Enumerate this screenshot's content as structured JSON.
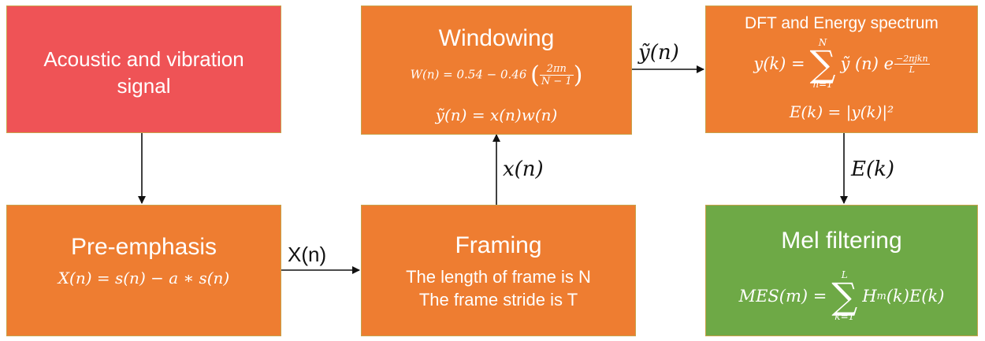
{
  "nodes": {
    "acoustic": {
      "title": "Acoustic and vibration signal",
      "title_line1": "Acoustic and vibration",
      "title_line2": "signal",
      "color": "#ef5356"
    },
    "preemphasis": {
      "title": "Pre-emphasis",
      "formula": "X(n) = s(n) − a ∗ s(n)",
      "color": "#ee7d31"
    },
    "framing": {
      "title": "Framing",
      "line1": "The length of frame is N",
      "line2": "The frame stride is T",
      "color": "#ee7d31"
    },
    "windowing": {
      "title": "Windowing",
      "formula1_lhs": "W(n) = 0.54 − 0.46",
      "formula1_num": "2πn",
      "formula1_den": "N − 1",
      "formula2": "ỹ(n) = x(n)w(n)",
      "color": "#ee7d31"
    },
    "dft": {
      "title": "DFT and Energy spectrum",
      "formula1_lhs": "y(k) =",
      "formula1_sum_top": "N",
      "formula1_sum_bottom": "n=1",
      "formula1_term": "ỹ (n) e",
      "formula1_exp_num": "−2πjkn",
      "formula1_exp_den": "L",
      "formula2": "E(k) = |y(k)|²",
      "color": "#ee7d31"
    },
    "mel": {
      "title": "Mel filtering",
      "formula_lhs": "MES(m) =",
      "sum_top": "L",
      "sum_bottom": "k=1",
      "formula_term": "H_m(k)E(k)",
      "term_H": "H",
      "term_sub": "m",
      "term_rest": "(k)E(k)",
      "color": "#6ea946"
    }
  },
  "edges": [
    {
      "from": "acoustic",
      "to": "preemphasis",
      "label": ""
    },
    {
      "from": "preemphasis",
      "to": "framing",
      "label": "X(n)"
    },
    {
      "from": "framing",
      "to": "windowing",
      "label": "x(n)"
    },
    {
      "from": "windowing",
      "to": "dft",
      "label": "ỹ(n)"
    },
    {
      "from": "dft",
      "to": "mel",
      "label": "E(k)"
    }
  ]
}
